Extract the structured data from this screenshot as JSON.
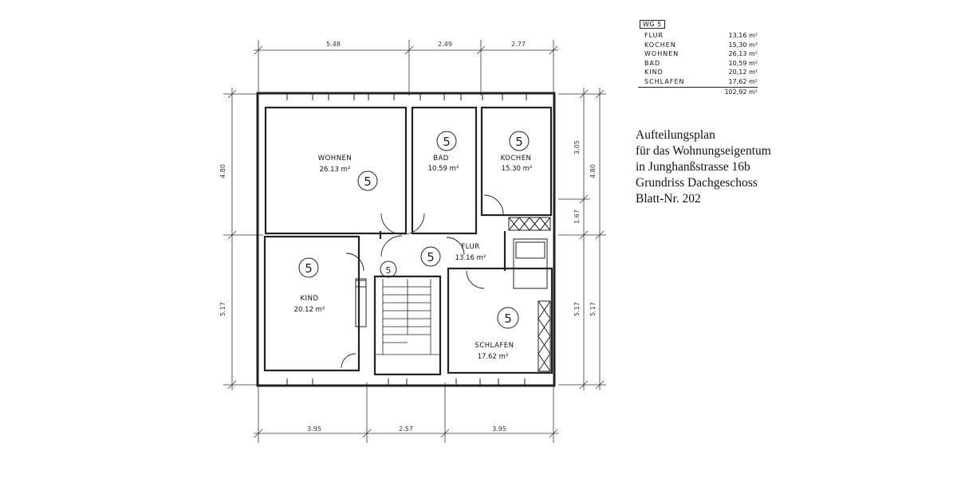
{
  "plan": {
    "dimensions": {
      "top": [
        "5.48",
        "2.49",
        "2.77"
      ],
      "bottom": [
        "3.95",
        "2.57",
        "3.95"
      ],
      "left": [
        "4.80",
        "5.17"
      ],
      "right_inner": [
        "3.05",
        "1.67",
        "5.17"
      ],
      "right_outer": [
        "4.80",
        "5.17"
      ]
    },
    "rooms": [
      {
        "name": "WOHNEN",
        "area": "26.13 m²"
      },
      {
        "name": "BAD",
        "area": "10.59 m²"
      },
      {
        "name": "KOCHEN",
        "area": "15.30 m²"
      },
      {
        "name": "FLUR",
        "area": "13.16 m²"
      },
      {
        "name": "KIND",
        "area": "20.12 m²"
      },
      {
        "name": "SCHLAFEN",
        "area": "17.62 m²"
      }
    ],
    "room_mark": "5"
  },
  "area_table": {
    "unit_label": "WG 5",
    "rows": [
      {
        "name": "FLUR",
        "area": "13,16 m²"
      },
      {
        "name": "KOCHEN",
        "area": "15,30 m²"
      },
      {
        "name": "WOHNEN",
        "area": "26,13 m²"
      },
      {
        "name": "BAD",
        "area": "10,59 m²"
      },
      {
        "name": "KIND",
        "area": "20,12 m²"
      },
      {
        "name": "SCHLAFEN",
        "area": "17,62 m²"
      }
    ],
    "total": "102,92 m²"
  },
  "title_block": {
    "lines": [
      "Aufteilungsplan",
      "für das Wohnungseigentum",
      "in Junghanßstrasse 16b",
      "Grundriss   Dachgeschoss",
      "Blatt-Nr. 202"
    ]
  }
}
